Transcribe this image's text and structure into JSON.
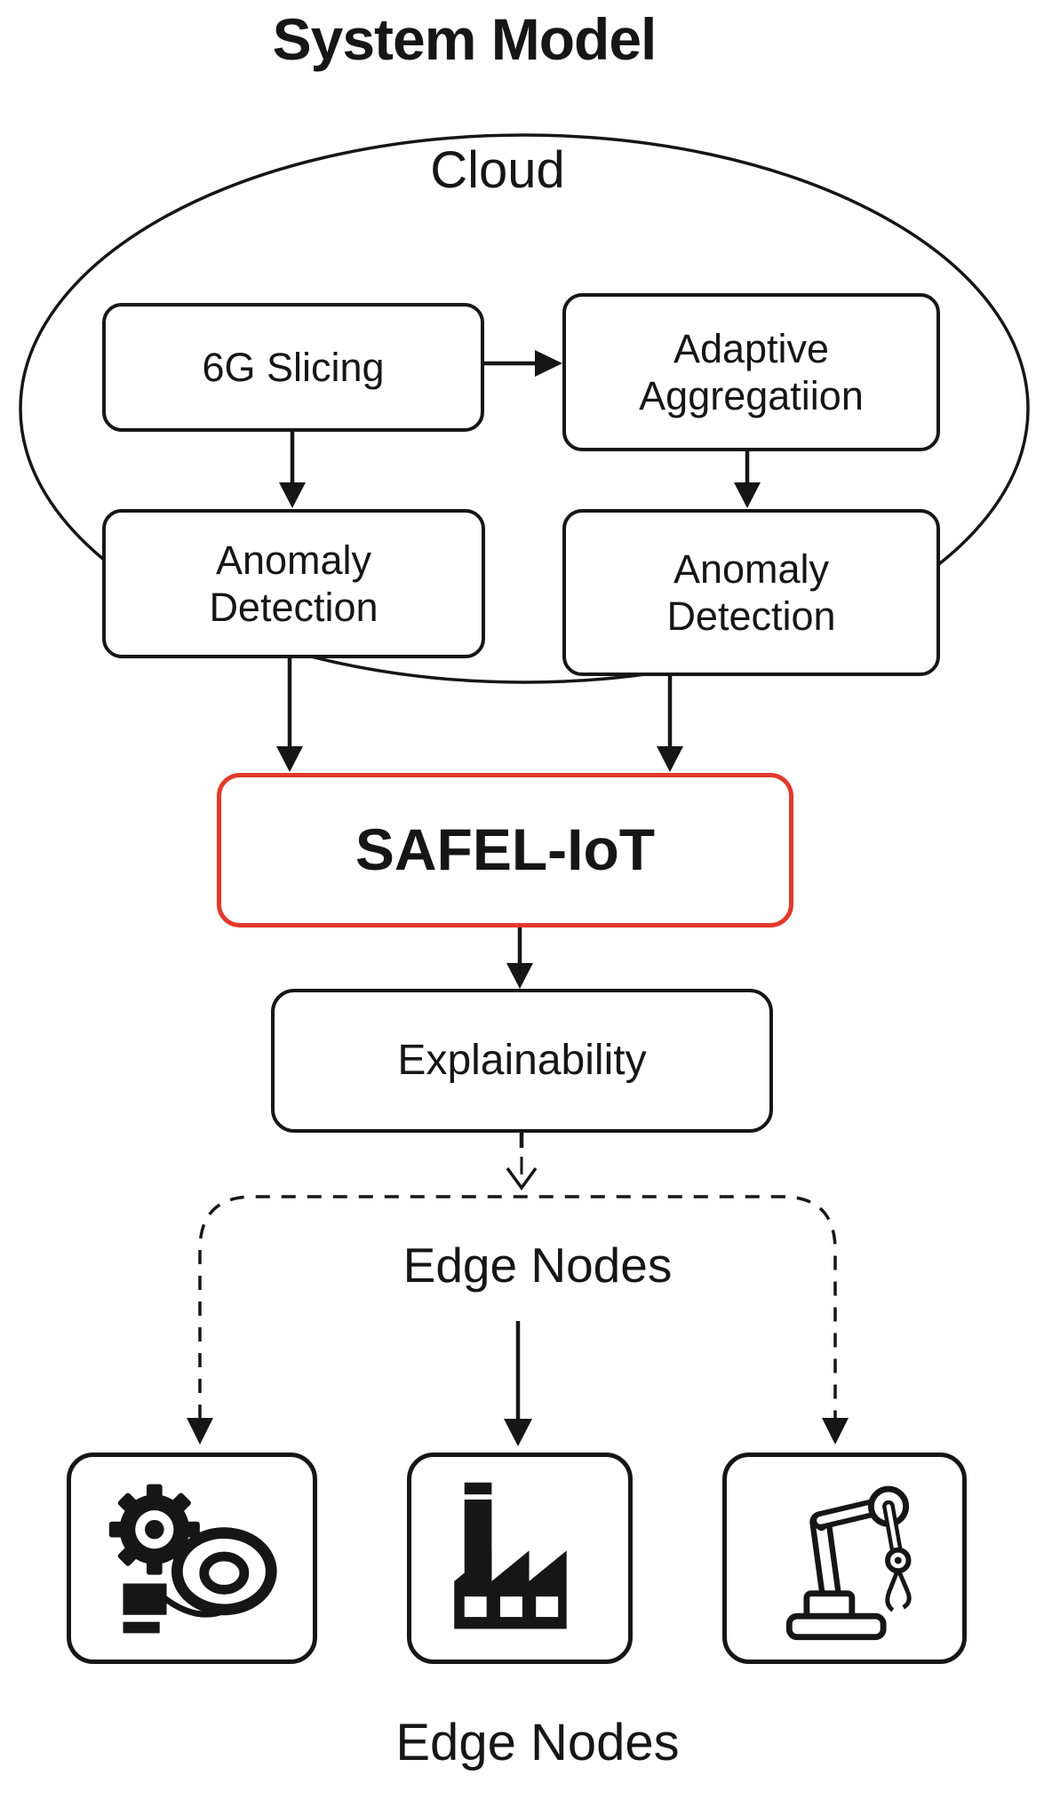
{
  "title": "System Model",
  "colors": {
    "accent_red": "#e2392b",
    "ink": "#161616"
  },
  "cloud": {
    "label": "Cloud",
    "slicing": "6G Slicing",
    "aggregation": "Adaptive Aggregatiion",
    "anomaly_left": "Anomaly Detection",
    "anomaly_right": "Anomaly Detection"
  },
  "pipeline": {
    "safel": "SAFEL-IoT",
    "explainability": "Explainability"
  },
  "edge": {
    "header": "Edge Nodes",
    "footer": "Edge Nodes",
    "devices": [
      {
        "icon": "machinery-icon"
      },
      {
        "icon": "factory-icon"
      },
      {
        "icon": "robot-arm-icon"
      }
    ]
  }
}
